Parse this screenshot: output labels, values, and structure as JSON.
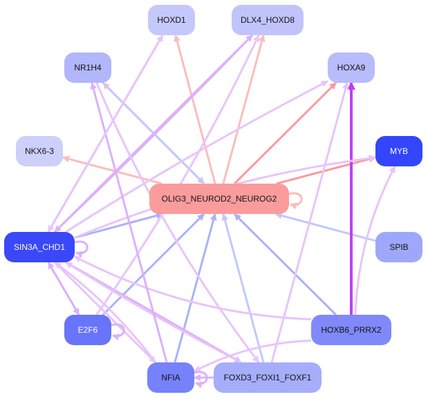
{
  "diagram": {
    "type": "gene-regulatory-network",
    "nodes": [
      {
        "id": "HOXD1",
        "label": "HOXD1",
        "fill": "#c5c8fb",
        "text_color": "#111111"
      },
      {
        "id": "DLX4_HOXD8",
        "label": "DLX4_HOXD8",
        "fill": "#c1c4fb",
        "text_color": "#111111"
      },
      {
        "id": "NR1H4",
        "label": "NR1H4",
        "fill": "#b2b6fa",
        "text_color": "#111111"
      },
      {
        "id": "HOXA9",
        "label": "HOXA9",
        "fill": "#b8bcfb",
        "text_color": "#111111"
      },
      {
        "id": "NKX6-3",
        "label": "NKX6-3",
        "fill": "#cdd0fb",
        "text_color": "#111111"
      },
      {
        "id": "MYB",
        "label": "MYB",
        "fill": "#3446fb",
        "text_color": "#ffffff"
      },
      {
        "id": "OLIG3_NEUROD2_NEUROG2",
        "label": "OLIG3_NEUROD2_NEUROG2",
        "fill": "#fb9c9c",
        "text_color": "#111111"
      },
      {
        "id": "SPIB",
        "label": "SPIB",
        "fill": "#9ea8fb",
        "text_color": "#111111"
      },
      {
        "id": "SIN3A_CHD1",
        "label": "SIN3A_CHD1",
        "fill": "#3a48f8",
        "text_color": "#ffffff"
      },
      {
        "id": "E2F6",
        "label": "E2F6",
        "fill": "#6874f9",
        "text_color": "#ffffff"
      },
      {
        "id": "HOXB6_PRRX2",
        "label": "HOXB6_PRRX2",
        "fill": "#7f89fa",
        "text_color": "#111111"
      },
      {
        "id": "NFIA",
        "label": "NFIA",
        "fill": "#7682fa",
        "text_color": "#111111"
      },
      {
        "id": "FOXD3_FOXI1_FOXF1",
        "label": "FOXD3_FOXI1_FOXF1",
        "fill": "#a6adfb",
        "text_color": "#111111"
      }
    ],
    "edge_colors": {
      "red": "#fb9a9a",
      "pink": "#fbbcbc",
      "blue": "#a9b2fa",
      "lightblue": "#c2c8fb",
      "lavender": "#e8c4fb",
      "violet": "#ddb0fa",
      "purple": "#c03ef5"
    },
    "edges": [
      {
        "from": "OLIG3_NEUROD2_NEUROG2",
        "to": "HOXD1",
        "color": "pink"
      },
      {
        "from": "OLIG3_NEUROD2_NEUROG2",
        "to": "DLX4_HOXD8",
        "color": "pink"
      },
      {
        "from": "OLIG3_NEUROD2_NEUROG2",
        "to": "NR1H4",
        "color": "pink"
      },
      {
        "from": "OLIG3_NEUROD2_NEUROG2",
        "to": "HOXA9",
        "color": "red"
      },
      {
        "from": "OLIG3_NEUROD2_NEUROG2",
        "to": "NKX6-3",
        "color": "pink"
      },
      {
        "from": "OLIG3_NEUROD2_NEUROG2",
        "to": "MYB",
        "color": "red"
      },
      {
        "from": "OLIG3_NEUROD2_NEUROG2",
        "to": "OLIG3_NEUROD2_NEUROG2",
        "color": "pink"
      },
      {
        "from": "NR1H4",
        "to": "OLIG3_NEUROD2_NEUROG2",
        "color": "lightblue"
      },
      {
        "from": "SPIB",
        "to": "OLIG3_NEUROD2_NEUROG2",
        "color": "lightblue"
      },
      {
        "from": "SIN3A_CHD1",
        "to": "OLIG3_NEUROD2_NEUROG2",
        "color": "blue"
      },
      {
        "from": "E2F6",
        "to": "OLIG3_NEUROD2_NEUROG2",
        "color": "blue"
      },
      {
        "from": "NFIA",
        "to": "OLIG3_NEUROD2_NEUROG2",
        "color": "blue"
      },
      {
        "from": "FOXD3_FOXI1_FOXF1",
        "to": "OLIG3_NEUROD2_NEUROG2",
        "color": "lightblue"
      },
      {
        "from": "HOXB6_PRRX2",
        "to": "OLIG3_NEUROD2_NEUROG2",
        "color": "blue"
      },
      {
        "from": "HOXB6_PRRX2",
        "to": "HOXA9",
        "color": "purple"
      },
      {
        "from": "HOXB6_PRRX2",
        "to": "MYB",
        "color": "lavender"
      },
      {
        "from": "HOXB6_PRRX2",
        "to": "NFIA",
        "color": "lavender"
      },
      {
        "from": "HOXB6_PRRX2",
        "to": "SIN3A_CHD1",
        "color": "lavender"
      },
      {
        "from": "SIN3A_CHD1",
        "to": "HOXD1",
        "color": "lavender"
      },
      {
        "from": "SIN3A_CHD1",
        "to": "DLX4_HOXD8",
        "color": "violet"
      },
      {
        "from": "SIN3A_CHD1",
        "to": "HOXA9",
        "color": "lavender"
      },
      {
        "from": "SIN3A_CHD1",
        "to": "MYB",
        "color": "lavender"
      },
      {
        "from": "SIN3A_CHD1",
        "to": "SIN3A_CHD1",
        "color": "violet"
      },
      {
        "from": "SIN3A_CHD1",
        "to": "E2F6",
        "color": "violet"
      },
      {
        "from": "SIN3A_CHD1",
        "to": "NFIA",
        "color": "lavender"
      },
      {
        "from": "SIN3A_CHD1",
        "to": "FOXD3_FOXI1_FOXF1",
        "color": "violet"
      },
      {
        "from": "FOXD3_FOXI1_FOXF1",
        "to": "SIN3A_CHD1",
        "color": "lavender"
      },
      {
        "from": "E2F6",
        "to": "SIN3A_CHD1",
        "color": "violet"
      },
      {
        "from": "E2F6",
        "to": "DLX4_HOXD8",
        "color": "lavender"
      },
      {
        "from": "E2F6",
        "to": "E2F6",
        "color": "violet"
      },
      {
        "from": "NFIA",
        "to": "NR1H4",
        "color": "violet"
      },
      {
        "from": "NFIA",
        "to": "NFIA",
        "color": "violet"
      },
      {
        "from": "NFIA",
        "to": "SIN3A_CHD1",
        "color": "lavender"
      },
      {
        "from": "FOXD3_FOXI1_FOXF1",
        "to": "NFIA",
        "color": "violet"
      },
      {
        "from": "FOXD3_FOXI1_FOXF1",
        "to": "HOXA9",
        "color": "lavender"
      },
      {
        "from": "HOXD1",
        "to": "SIN3A_CHD1",
        "color": "lavender"
      },
      {
        "from": "DLX4_HOXD8",
        "to": "SIN3A_CHD1",
        "color": "violet"
      },
      {
        "from": "NR1H4",
        "to": "FOXD3_FOXI1_FOXF1",
        "color": "lavender"
      }
    ]
  }
}
